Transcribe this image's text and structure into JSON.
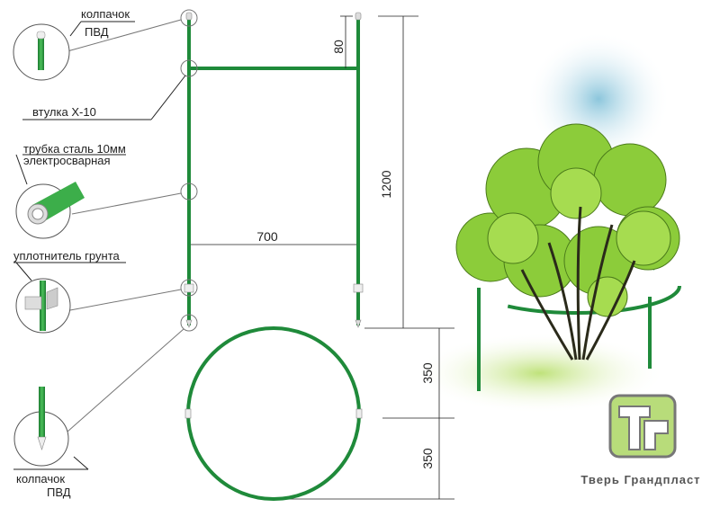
{
  "labels": {
    "cap_top_1": "колпачок",
    "cap_top_2": "ПВД",
    "bushing": "втулка Х-10",
    "tube_1": "трубка сталь 10мм",
    "tube_2": "электросварная",
    "soil": "уплотнитель грунта",
    "cap_bottom_1": "колпачок",
    "cap_bottom_2": "ПВД"
  },
  "dimensions": {
    "top_offset": "80",
    "height": "1200",
    "width": "700",
    "radius_top": "350",
    "radius_bottom": "350"
  },
  "brand": {
    "name": "Тверь Грандпласт",
    "logo_letters": "ТГ"
  },
  "colors": {
    "pole": "#1f8a3a",
    "leaf": "#8ccc3a",
    "logo": "#b8dc7a"
  }
}
